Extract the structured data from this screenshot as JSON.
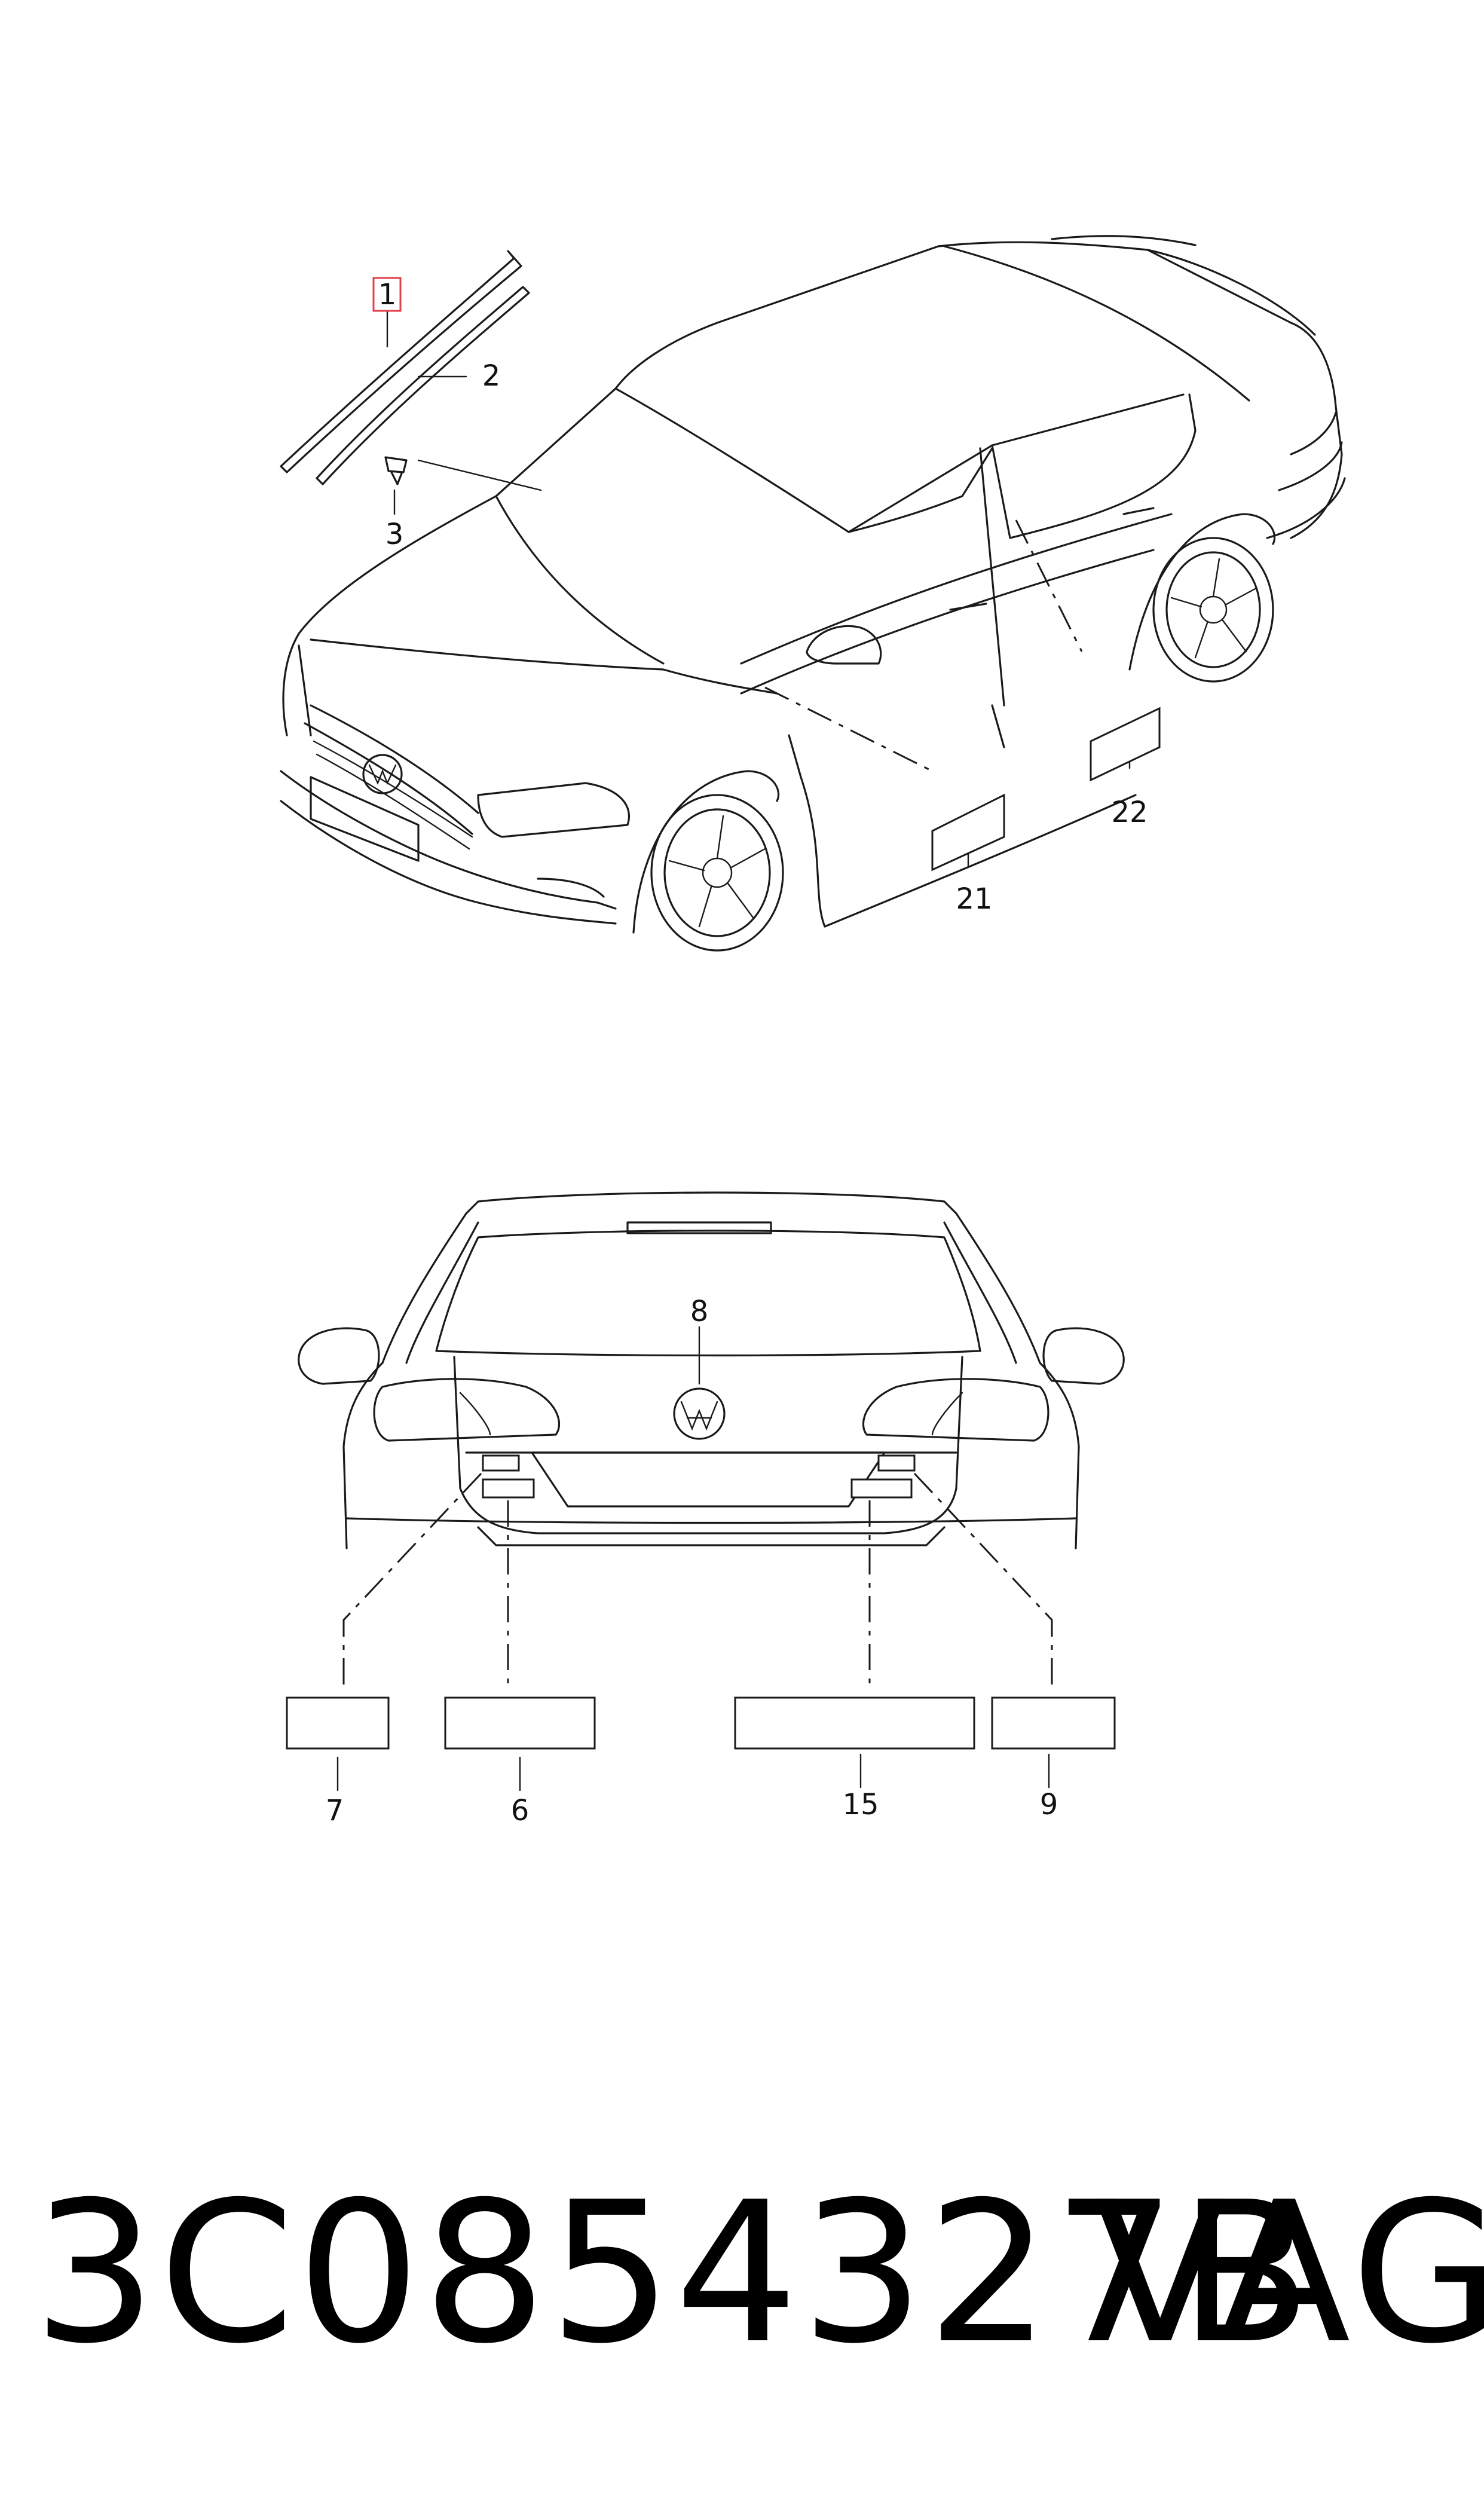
{
  "callouts": {
    "c1": "1",
    "c2": "2",
    "c3": "3",
    "c21": "21",
    "c22": "22",
    "c8": "8",
    "c7": "7",
    "c6": "6",
    "c15": "15",
    "c9": "9"
  },
  "highlight_color": "#e0404a",
  "footer": {
    "part_number": "3C0854327B",
    "brand": "VAG"
  }
}
